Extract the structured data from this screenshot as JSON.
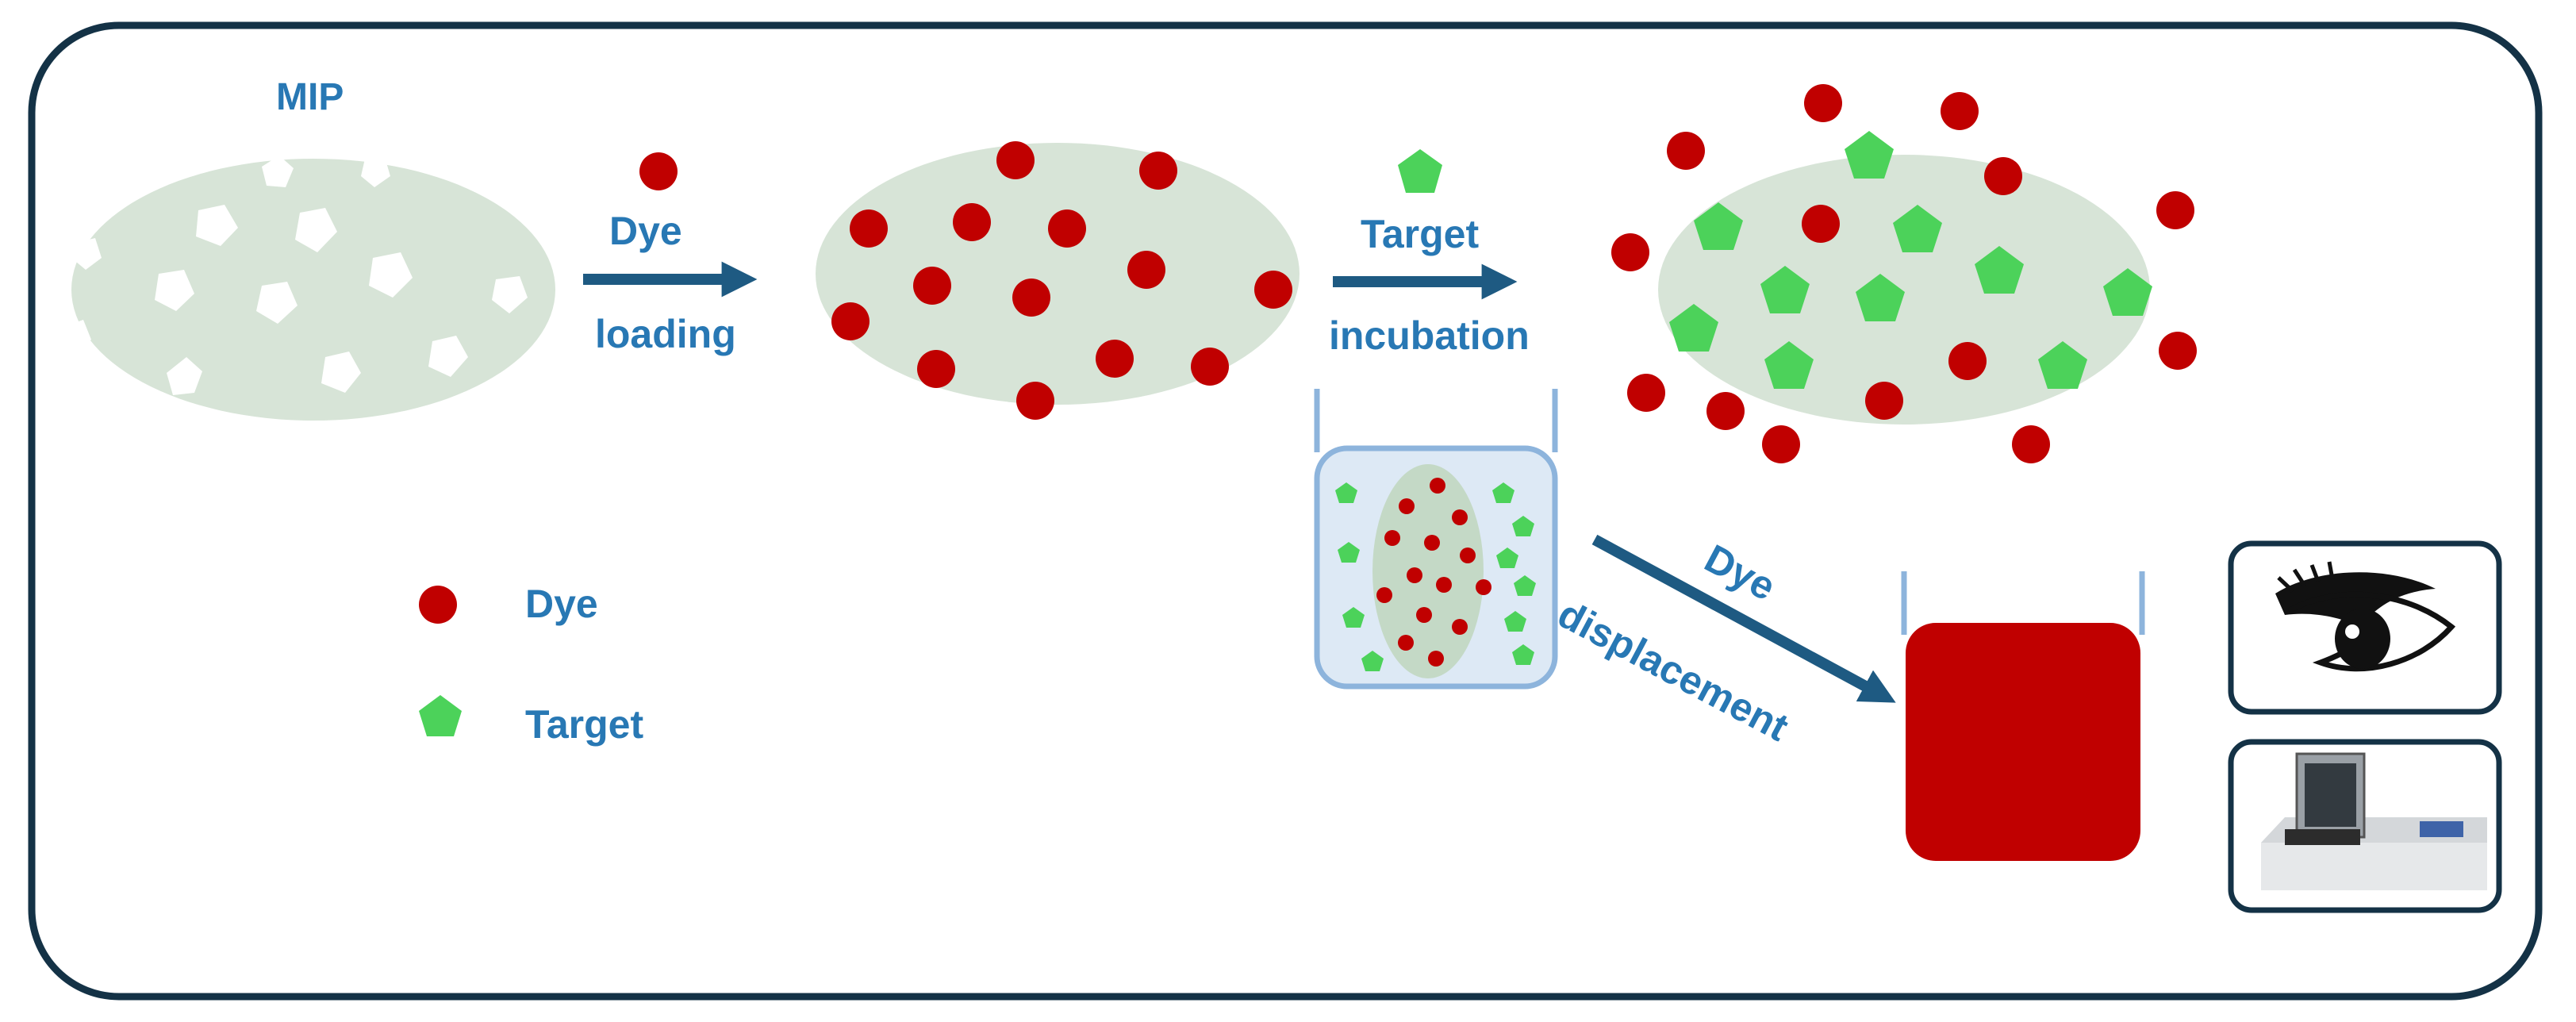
{
  "labels": {
    "mip": "MIP",
    "dye_loading_top": "Dye",
    "dye_loading_bottom": "loading",
    "target_incubation_top": "Target",
    "target_incubation_bottom": "incubation",
    "dye_displacement_top": "Dye",
    "dye_displacement_bottom": "displacement",
    "legend_dye": "Dye",
    "legend_target": "Target"
  },
  "colors": {
    "frame": "#143246",
    "text": "#2878b4",
    "arrow": "#1e5a82",
    "polymer": "#d7e4d7",
    "dye": "#c00000",
    "target": "#4cd25a",
    "vial_fill": "#dde9f5",
    "vial_stroke": "#8db4dc",
    "cuvette_fill": "#c00000"
  },
  "icons": {
    "eye": "eye-icon",
    "spectrophotometer": "spectrophotometer-icon"
  }
}
